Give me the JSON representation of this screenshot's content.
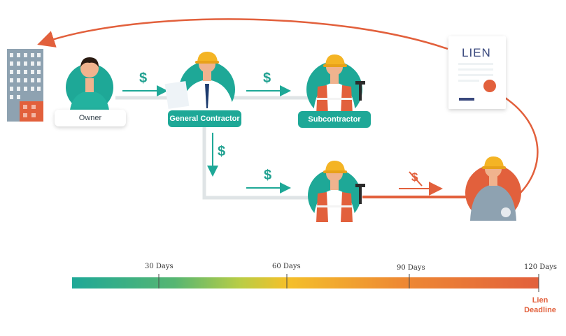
{
  "nodes": {
    "owner": {
      "label": "Owner"
    },
    "general_contractor": {
      "label": "General Contractor"
    },
    "subcontractor": {
      "label": "Subcontractor"
    }
  },
  "payments": {
    "owner_to_gc": "$",
    "gc_to_sub": "$",
    "gc_down": "$",
    "gc_to_sub2": "$",
    "sub2_to_supplier_blocked": "$"
  },
  "lien_doc": {
    "title": "LIEN"
  },
  "timeline": {
    "ticks": [
      "30 Days",
      "60 Days",
      "90 Days",
      "120 Days"
    ],
    "deadline_label_line1": "Lien",
    "deadline_label_line2": "Deadline"
  },
  "colors": {
    "teal": "#1ea897",
    "orange": "#e2603c",
    "yellow": "#f4c02a",
    "gray_line": "#dfe4e6"
  }
}
